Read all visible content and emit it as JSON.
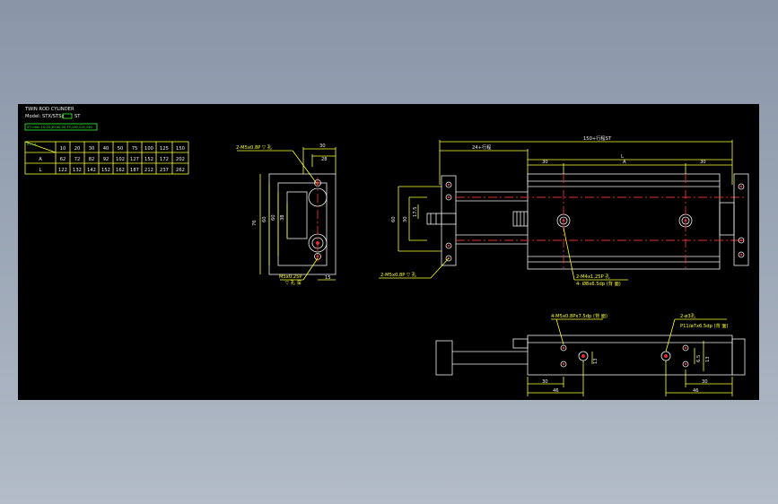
{
  "title_block": {
    "title": "TWIN ROD CYLINDER",
    "model_label": "Model: STX/STSx",
    "model_suffix": "ST",
    "stroke_note": "ST=mm 10,20,30,40,50,75,100,125,150"
  },
  "stroke_table": {
    "corner": "ST / A",
    "headers": [
      "10",
      "20",
      "30",
      "40",
      "50",
      "75",
      "100",
      "125",
      "150"
    ],
    "rows": [
      {
        "label": "A",
        "values": [
          "62",
          "72",
          "82",
          "92",
          "102",
          "127",
          "152",
          "172",
          "202"
        ]
      },
      {
        "label": "L",
        "values": [
          "122",
          "132",
          "142",
          "152",
          "162",
          "187",
          "212",
          "237",
          "262"
        ]
      }
    ]
  },
  "side_view": {
    "callout_top": "2-M5x0.8P ▽ 孔",
    "dim_30": "30",
    "dim_28": "28",
    "dim_60": "60",
    "dim_76": "76",
    "dim_38": "38",
    "dim_60_inner": "60",
    "callout_bottom": "M5x0.25P",
    "callout_bottom_sub": "▽ 孔 深",
    "dim_15": "15"
  },
  "front_view": {
    "dim_total": "150+行程ST",
    "dim_24": "24+行程",
    "dim_L": "L",
    "dim_30_left": "30",
    "dim_A": "A",
    "dim_30_right": "30",
    "dim_60": "60",
    "dim_30_v": "30",
    "dim_175": "17.5",
    "callout_bottom_left": "2-M5x0.8P ▽ 孔",
    "callout_center": "2-M4x1.25P 孔",
    "callout_center_sub": "4- Ø8x6.5dp (背 面)"
  },
  "bottom_view": {
    "callout_left": "4-M5x0.8Px7.5dp (背 面)",
    "callout_right": "2-ø3孔",
    "callout_right_sub": "P11/ø7x6.5dp (背 面)",
    "dim_30_left": "30",
    "dim_46_left": "46",
    "dim_13": "13",
    "dim_30_right": "30",
    "dim_46_right": "46",
    "dim_v1": "6.5",
    "dim_v2": "13"
  }
}
